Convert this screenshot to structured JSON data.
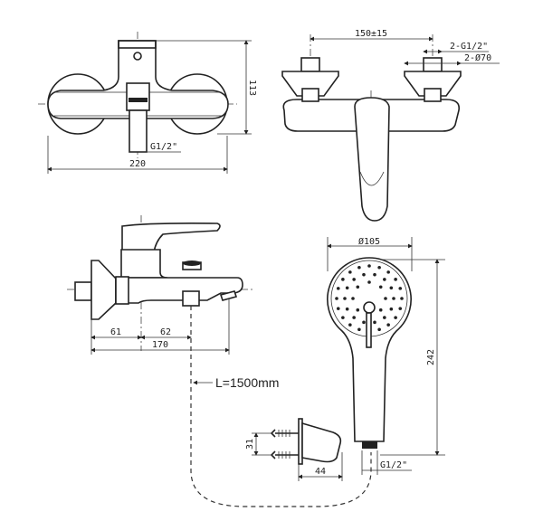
{
  "front_view": {
    "height_dim": "113",
    "width_dim": "220",
    "outlet_thread": "G1/2\""
  },
  "top_view": {
    "spacing_dim": "150±15",
    "inlet_thread": "2-G1/2\"",
    "escutcheon_dim": "2-Ø70"
  },
  "side_view": {
    "dim_left": "61",
    "dim_right": "62",
    "depth_dim": "170"
  },
  "hose": {
    "length_label": "L=1500mm"
  },
  "hand_shower": {
    "head_diameter": "Ø105",
    "length_dim": "242",
    "thread": "G1/2\""
  },
  "holder": {
    "height_dim": "31",
    "depth_dim": "44"
  }
}
